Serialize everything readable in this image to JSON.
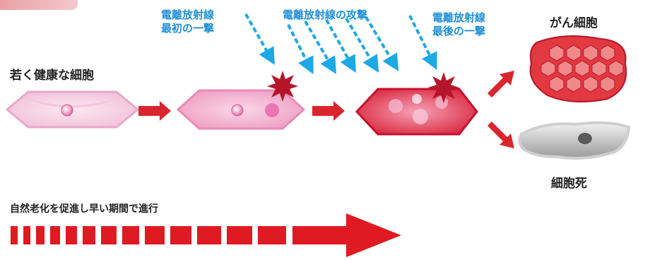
{
  "labels": {
    "ray_first_line1": "電離放射線",
    "ray_first_line2": "最初の一撃",
    "ray_attack": "電離放射線の攻撃",
    "ray_last_line1": "電離放射線",
    "ray_last_line2": "最後の一撃",
    "healthy_cell": "若く健康な細胞",
    "cancer_cell": "がん細胞",
    "cell_death": "細胞死",
    "aging": "自然老化を促進し早い期間で進行"
  },
  "colors": {
    "ray_blue": "#1ca9e6",
    "arrow_red": "#e01a22",
    "cell_pink": "#f3c6dc",
    "damage_red": "#c8102e"
  }
}
